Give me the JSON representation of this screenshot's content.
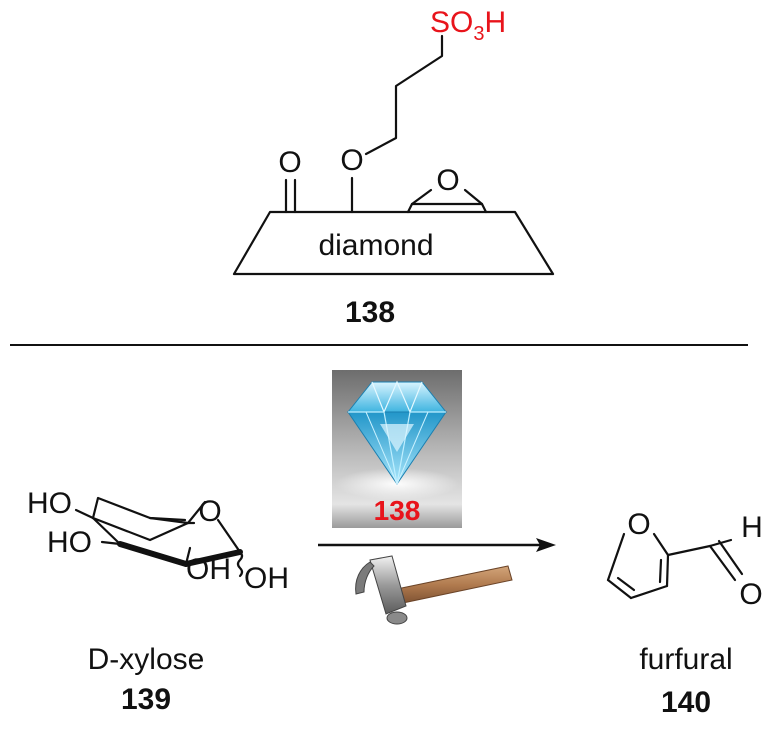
{
  "top_structure": {
    "sulfonic_group": "SO3H",
    "ketone_oxygen": "O",
    "ether_oxygen": "O",
    "epoxide_oxygen": "O",
    "support_label": "diamond",
    "compound_number": "138"
  },
  "reaction": {
    "catalyst_label": "138",
    "catalyst_label_color": "#e8141b",
    "reactant": {
      "substituents": [
        "HO",
        "HO",
        "OH",
        "OH"
      ],
      "ring_oxygen": "O",
      "name": "D-xylose",
      "number": "139"
    },
    "product": {
      "ring_oxygen": "O",
      "aldehyde_h": "H",
      "aldehyde_o": "O",
      "name": "furfural",
      "number": "140"
    }
  },
  "colors": {
    "heteroatom_accent": "#e8141b",
    "diamond_blue": "#2fa8d8",
    "background_gray": "#8c8c8c"
  },
  "icons": [
    "diamond-gem-icon",
    "hammer-icon",
    "reaction-arrow-icon"
  ]
}
